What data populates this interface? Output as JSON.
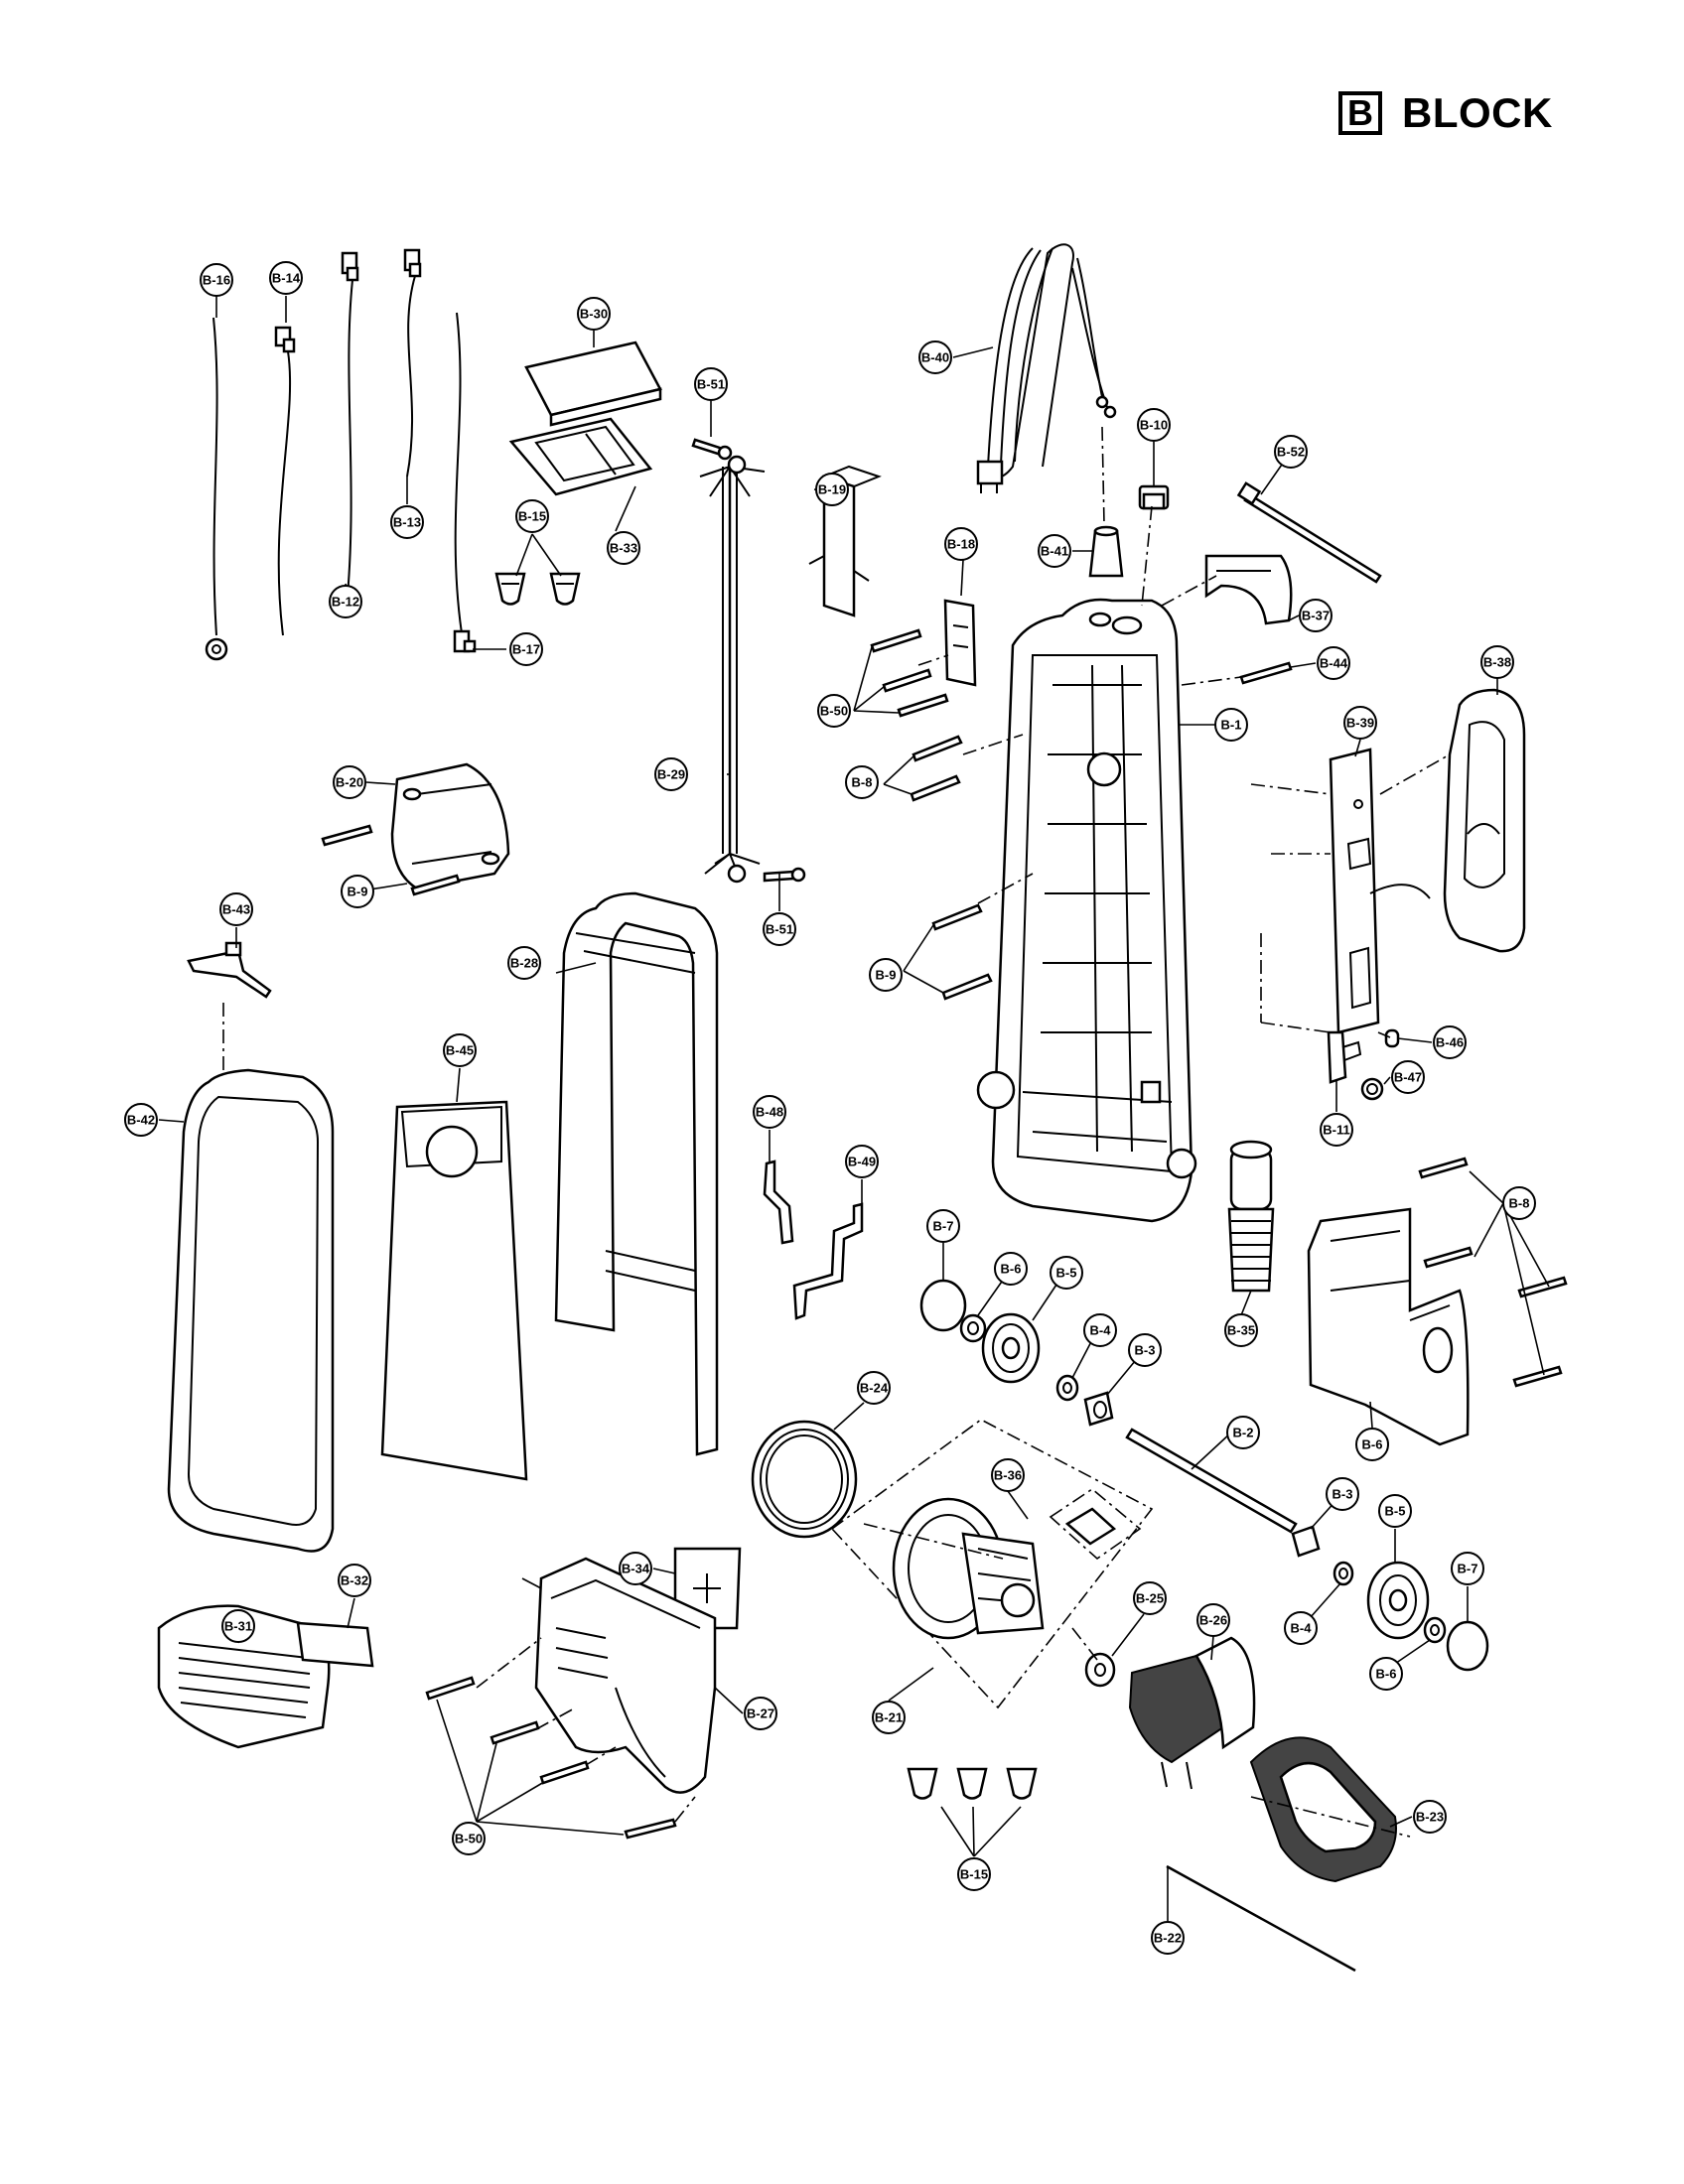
{
  "header": {
    "block_letter": "B",
    "block_word": "BLOCK"
  },
  "callouts": [
    {
      "id": "B-1",
      "label": "B-1"
    },
    {
      "id": "B-2",
      "label": "B-2"
    },
    {
      "id": "B-3a",
      "label": "B-3"
    },
    {
      "id": "B-3b",
      "label": "B-3"
    },
    {
      "id": "B-4a",
      "label": "B-4"
    },
    {
      "id": "B-4b",
      "label": "B-4"
    },
    {
      "id": "B-5a",
      "label": "B-5"
    },
    {
      "id": "B-5b",
      "label": "B-5"
    },
    {
      "id": "B-6a",
      "label": "B-6"
    },
    {
      "id": "B-6b",
      "label": "B-6"
    },
    {
      "id": "B-6c",
      "label": "B-6"
    },
    {
      "id": "B-7a",
      "label": "B-7"
    },
    {
      "id": "B-7b",
      "label": "B-7"
    },
    {
      "id": "B-8a",
      "label": "B-8"
    },
    {
      "id": "B-8b",
      "label": "B-8"
    },
    {
      "id": "B-9a",
      "label": "B-9"
    },
    {
      "id": "B-9b",
      "label": "B-9"
    },
    {
      "id": "B-10",
      "label": "B-10"
    },
    {
      "id": "B-11",
      "label": "B-11"
    },
    {
      "id": "B-12",
      "label": "B-12"
    },
    {
      "id": "B-13",
      "label": "B-13"
    },
    {
      "id": "B-14",
      "label": "B-14"
    },
    {
      "id": "B-15a",
      "label": "B-15"
    },
    {
      "id": "B-15b",
      "label": "B-15"
    },
    {
      "id": "B-16",
      "label": "B-16"
    },
    {
      "id": "B-17",
      "label": "B-17"
    },
    {
      "id": "B-18",
      "label": "B-18"
    },
    {
      "id": "B-19",
      "label": "B-19"
    },
    {
      "id": "B-20",
      "label": "B-20"
    },
    {
      "id": "B-21",
      "label": "B-21"
    },
    {
      "id": "B-22",
      "label": "B-22"
    },
    {
      "id": "B-23",
      "label": "B-23"
    },
    {
      "id": "B-24",
      "label": "B-24"
    },
    {
      "id": "B-25",
      "label": "B-25"
    },
    {
      "id": "B-26",
      "label": "B-26"
    },
    {
      "id": "B-27",
      "label": "B-27"
    },
    {
      "id": "B-28",
      "label": "B-28"
    },
    {
      "id": "B-29",
      "label": "B-29"
    },
    {
      "id": "B-30",
      "label": "B-30"
    },
    {
      "id": "B-31",
      "label": "B-31"
    },
    {
      "id": "B-32",
      "label": "B-32"
    },
    {
      "id": "B-33",
      "label": "B-33"
    },
    {
      "id": "B-34",
      "label": "B-34"
    },
    {
      "id": "B-35",
      "label": "B-35"
    },
    {
      "id": "B-36",
      "label": "B-36"
    },
    {
      "id": "B-37",
      "label": "B-37"
    },
    {
      "id": "B-38",
      "label": "B-38"
    },
    {
      "id": "B-39",
      "label": "B-39"
    },
    {
      "id": "B-40",
      "label": "B-40"
    },
    {
      "id": "B-41",
      "label": "B-41"
    },
    {
      "id": "B-42",
      "label": "B-42"
    },
    {
      "id": "B-43",
      "label": "B-43"
    },
    {
      "id": "B-44",
      "label": "B-44"
    },
    {
      "id": "B-45",
      "label": "B-45"
    },
    {
      "id": "B-46",
      "label": "B-46"
    },
    {
      "id": "B-47",
      "label": "B-47"
    },
    {
      "id": "B-48",
      "label": "B-48"
    },
    {
      "id": "B-49",
      "label": "B-49"
    },
    {
      "id": "B-50a",
      "label": "B-50"
    },
    {
      "id": "B-50b",
      "label": "B-50"
    },
    {
      "id": "B-51a",
      "label": "B-51"
    },
    {
      "id": "B-51b",
      "label": "B-51"
    },
    {
      "id": "B-52",
      "label": "B-52"
    }
  ]
}
